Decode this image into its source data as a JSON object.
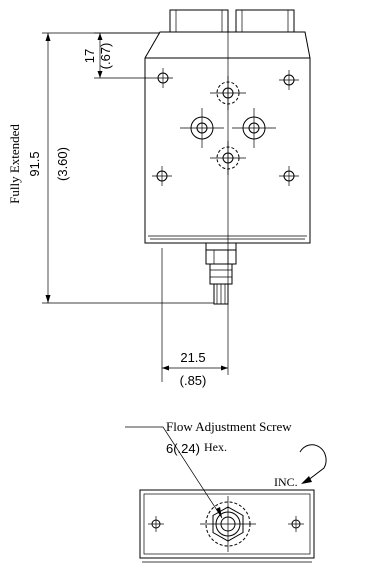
{
  "labels": {
    "fully_extended": "Fully Extended",
    "dim_height_mm": "91.5",
    "dim_height_in": "(3.60)",
    "dim_top_mm": "17",
    "dim_top_in": "(.67)",
    "dim_offset_mm": "21.5",
    "dim_offset_in": "(.85)",
    "flow_adjustment": "Flow Adjustment Screw",
    "hex_size": "6(.24)",
    "hex_word": "Hex.",
    "inc": "INC."
  }
}
